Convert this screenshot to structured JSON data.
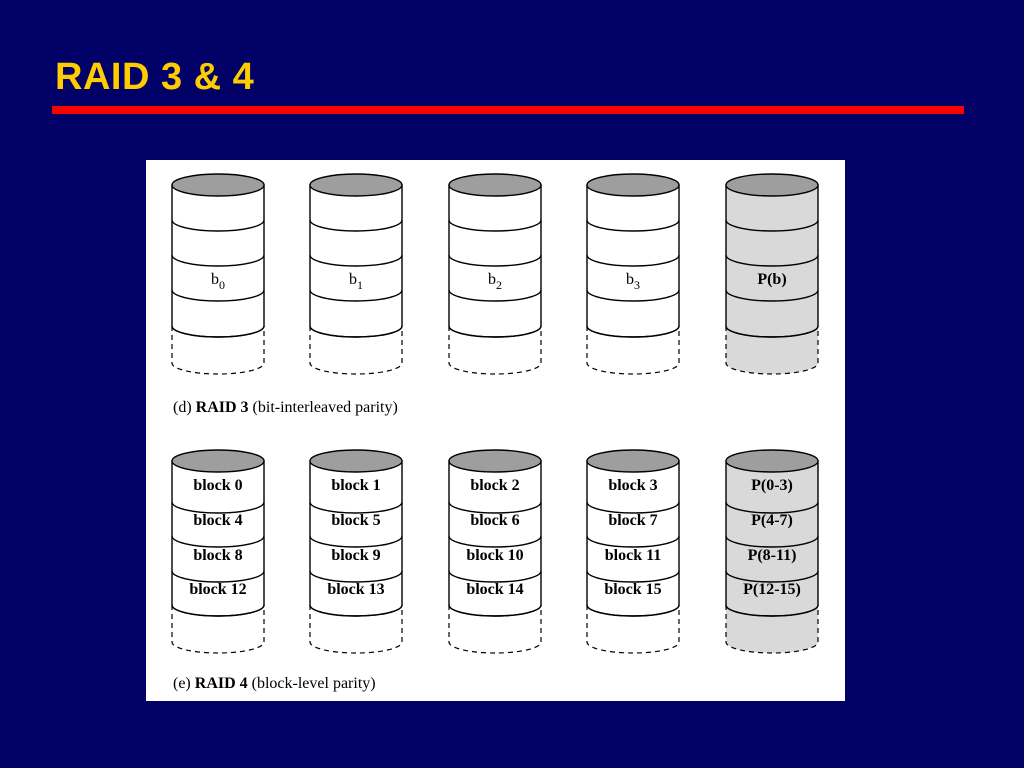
{
  "slide": {
    "title": "RAID 3 & 4",
    "colors": {
      "background": "#000066",
      "title": "#FFCC00",
      "rule": "#FF0000",
      "disk_face": "#FFFFFF",
      "parity_face": "#D9D9D9",
      "disk_top": "#9E9E9E"
    }
  },
  "raid3": {
    "caption": {
      "prefix": "(d) ",
      "scheme": "RAID 3",
      "suffix": " (bit-interleaved parity)"
    },
    "disks": [
      {
        "label_base": "b",
        "label_sub": "0",
        "parity": false
      },
      {
        "label_base": "b",
        "label_sub": "1",
        "parity": false
      },
      {
        "label_base": "b",
        "label_sub": "2",
        "parity": false
      },
      {
        "label_base": "b",
        "label_sub": "3",
        "parity": false
      },
      {
        "label_base": "P(b)",
        "label_sub": "",
        "parity": true
      }
    ]
  },
  "raid4": {
    "caption": {
      "prefix": "(e) ",
      "scheme": "RAID 4",
      "suffix": " (block-level parity)"
    },
    "disks": [
      {
        "blocks": [
          "block 0",
          "block 4",
          "block 8",
          "block 12"
        ],
        "parity": false
      },
      {
        "blocks": [
          "block 1",
          "block 5",
          "block 9",
          "block 13"
        ],
        "parity": false
      },
      {
        "blocks": [
          "block 2",
          "block 6",
          "block 10",
          "block 14"
        ],
        "parity": false
      },
      {
        "blocks": [
          "block 3",
          "block 7",
          "block 11",
          "block 15"
        ],
        "parity": false
      },
      {
        "blocks": [
          "P(0-3)",
          "P(4-7)",
          "P(8-11)",
          "P(12-15)"
        ],
        "parity": true
      }
    ]
  }
}
